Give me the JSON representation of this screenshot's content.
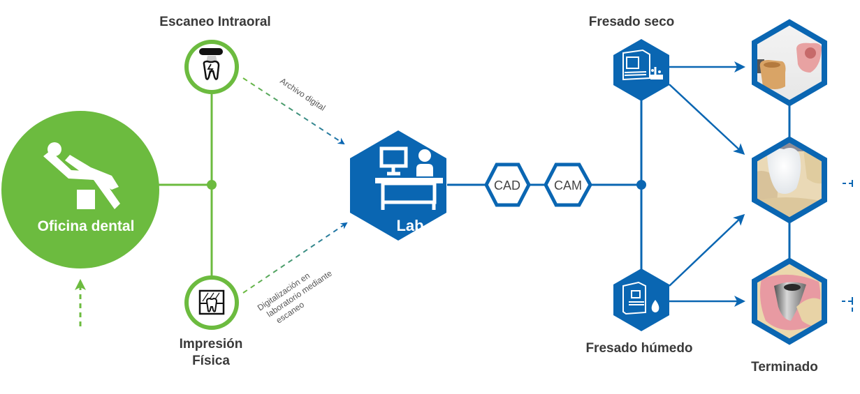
{
  "colors": {
    "green": "#6cbb3f",
    "blue": "#0a66b2",
    "text": "#3a3a3a",
    "dashed_green": "#6cbb3f",
    "dashed_teal": "#2a8a8a"
  },
  "nodes": {
    "dental_office": {
      "label": "Oficina dental",
      "icon": "dental-chair-icon"
    },
    "intraoral_scan": {
      "label": "Escaneo Intraoral",
      "icon": "intraoral-scanner-icon"
    },
    "physical_impression": {
      "label_line1": "Impresión",
      "label_line2": "Física",
      "icon": "impression-tray-icon"
    },
    "lab": {
      "label": "Lab",
      "icon": "lab-desk-icon"
    },
    "cad": {
      "label": "CAD"
    },
    "cam": {
      "label": "CAM"
    },
    "dry_milling": {
      "label": "Fresado seco",
      "icon": "dry-milling-machine-icon"
    },
    "wet_milling": {
      "label": "Fresado húmedo",
      "icon": "wet-milling-machine-icon"
    },
    "finished": {
      "label": "Terminado"
    }
  },
  "edges": {
    "digital_file": {
      "label": "Archivo digital"
    },
    "lab_scan": {
      "line1": "Digitalización en",
      "line2": "laboratorio mediante",
      "line3": "escaneo"
    }
  },
  "outputs": [
    {
      "name": "models-photo",
      "description": "dental models"
    },
    {
      "name": "crown-photo",
      "description": "ceramic crown"
    },
    {
      "name": "implant-photo",
      "description": "implant abutment"
    }
  ]
}
